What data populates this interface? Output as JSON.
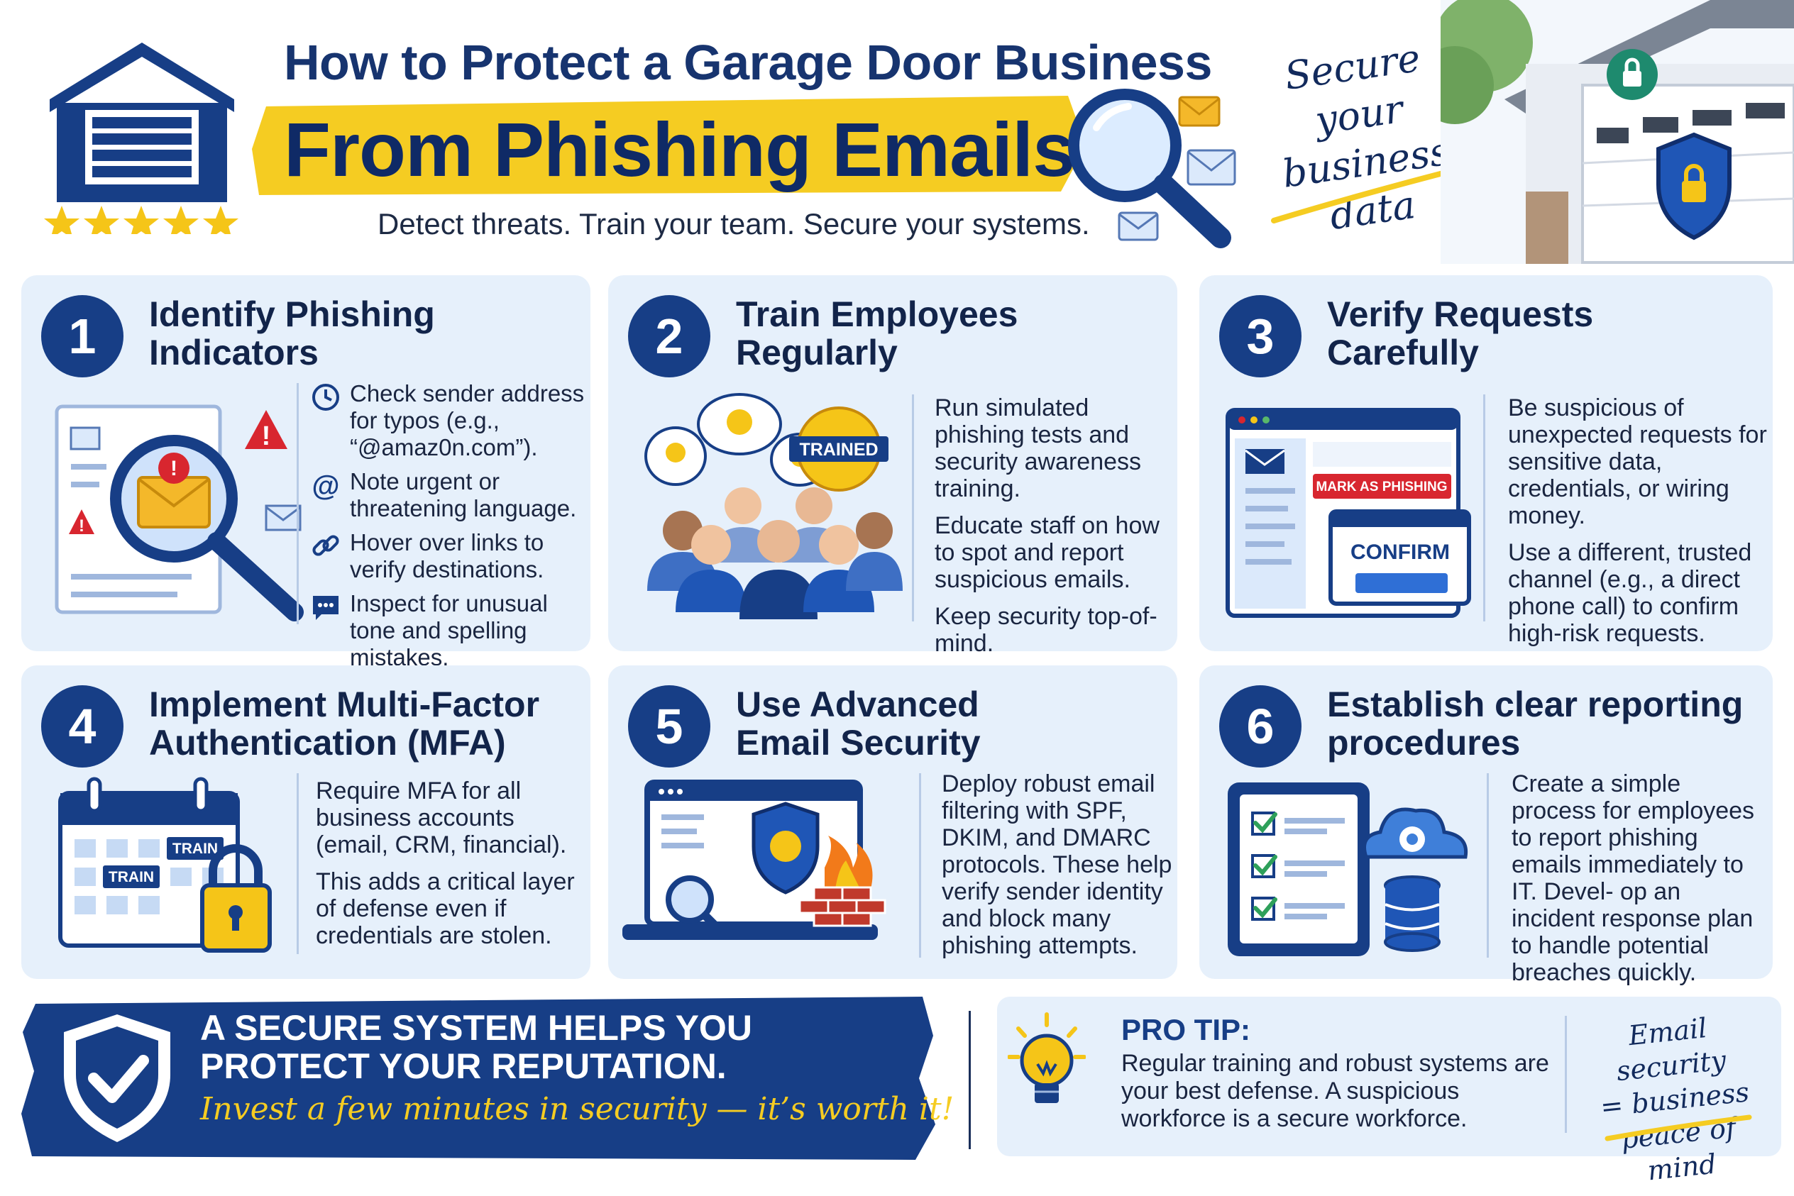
{
  "header": {
    "title_top": "How to Protect a Garage Door Business",
    "title_main": "From Phishing Emails",
    "subtitle": "Detect threats. Train your team. Secure your systems.",
    "script_lines": [
      "Secure your",
      "business",
      "data"
    ],
    "rating_stars": 5
  },
  "cards": [
    {
      "number": "1",
      "title_lines": [
        "Identify Phishing",
        "Indicators"
      ],
      "bullets": [
        {
          "icon": "clock-icon",
          "text": "Check sender address for typos (e.g., “@amaz0n.com”)."
        },
        {
          "icon": "at-sign-icon",
          "text": "Note urgent or threatening language."
        },
        {
          "icon": "link-icon",
          "text": "Hover over links to verify destinations."
        },
        {
          "icon": "chat-bubble-icon",
          "text": "Inspect for unusual tone and spelling mistakes."
        }
      ]
    },
    {
      "number": "2",
      "title_lines": [
        "Train Employees",
        "Regularly"
      ],
      "badge": "TRAINED",
      "paragraphs": [
        "Run simulated phishing tests and security awareness training.",
        "Educate staff on how to spot and report suspicious emails.",
        "Keep security top-of-mind."
      ]
    },
    {
      "number": "3",
      "title_lines": [
        "Verify Requests",
        "Carefully"
      ],
      "mark_label": "MARK AS PHISHING",
      "confirm_label": "CONFIRM",
      "paragraphs": [
        "Be suspicious of unexpected requests for sensitive data, credentials, or wiring money.",
        "Use a different, trusted channel (e.g., a direct phone call) to confirm high-risk requests."
      ]
    },
    {
      "number": "4",
      "title_lines": [
        "Implement Multi-Factor",
        "Authentication (MFA)"
      ],
      "calendar_tags": [
        "TRAIN",
        "TRAIN"
      ],
      "paragraphs": [
        "Require MFA for all business accounts (email, CRM, financial).",
        "This adds a critical layer of defense even if credentials are stolen."
      ]
    },
    {
      "number": "5",
      "title_lines": [
        "Use Advanced",
        "Email Security"
      ],
      "paragraphs": [
        "Deploy robust email filtering with SPF, DKIM, and DMARC protocols. These help verify sender identity and block many phishing attempts."
      ]
    },
    {
      "number": "6",
      "title_lines": [
        "Establish clear reporting",
        "procedures"
      ],
      "paragraphs": [
        "Create a simple process for employees to report phishing emails immediately to IT. Devel- op an incident response plan to handle potential breaches quickly."
      ]
    }
  ],
  "banner": {
    "line1": "A SECURE SYSTEM HELPS YOU",
    "line2": "PROTECT YOUR REPUTATION.",
    "script": "Invest a few minutes in security — it’s worth it!"
  },
  "protip": {
    "title": "PRO TIP:",
    "text": "Regular training and robust systems are your best defense. A suspicious workforce is a secure workforce.",
    "script_lines": [
      "Email security",
      "= business",
      "peace of mind"
    ]
  },
  "colors": {
    "navy": "#173e86",
    "card_bg": "#e6f0fb",
    "accent_yellow": "#f5cc22",
    "alert_red": "#d8262f"
  }
}
